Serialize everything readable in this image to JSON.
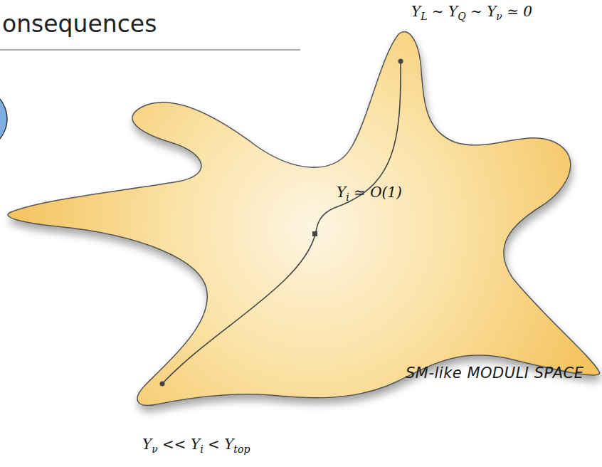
{
  "diagram": {
    "title": "onsequences",
    "labels": [
      "YL ∼ YQ ∼ Yν ≃ 0",
      "Yi ≃ O(1)",
      "SM-like MODULI SPACE",
      "Yν << Yi < Ytop"
    ]
  }
}
